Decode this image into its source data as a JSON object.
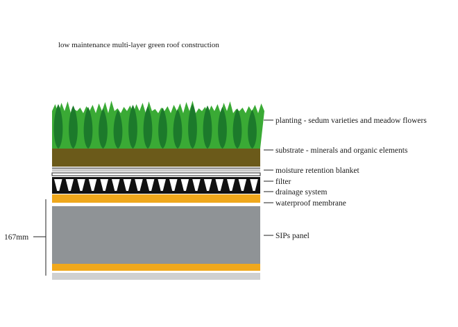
{
  "title": "low maintenance multi-layer green roof construction",
  "dimension": "167mm",
  "layers": [
    {
      "id": "planting",
      "label": "planting - sedum varieties and meadow flowers"
    },
    {
      "id": "substrate",
      "label": "substrate - minerals and organic elements"
    },
    {
      "id": "moisture",
      "label": "moisture retention blanket"
    },
    {
      "id": "filter",
      "label": "filter"
    },
    {
      "id": "drainage",
      "label": "drainage system"
    },
    {
      "id": "waterproof",
      "label": "waterproof membrane"
    },
    {
      "id": "sips",
      "label": "SIPs panel"
    }
  ],
  "colors": {
    "grass_light": "#3aaa35",
    "grass_dark": "#1c7a2b",
    "substrate": "#6b5a1a",
    "membrane": "#f0a81c",
    "sips": "#8f9396",
    "base": "#cfd0d1"
  }
}
